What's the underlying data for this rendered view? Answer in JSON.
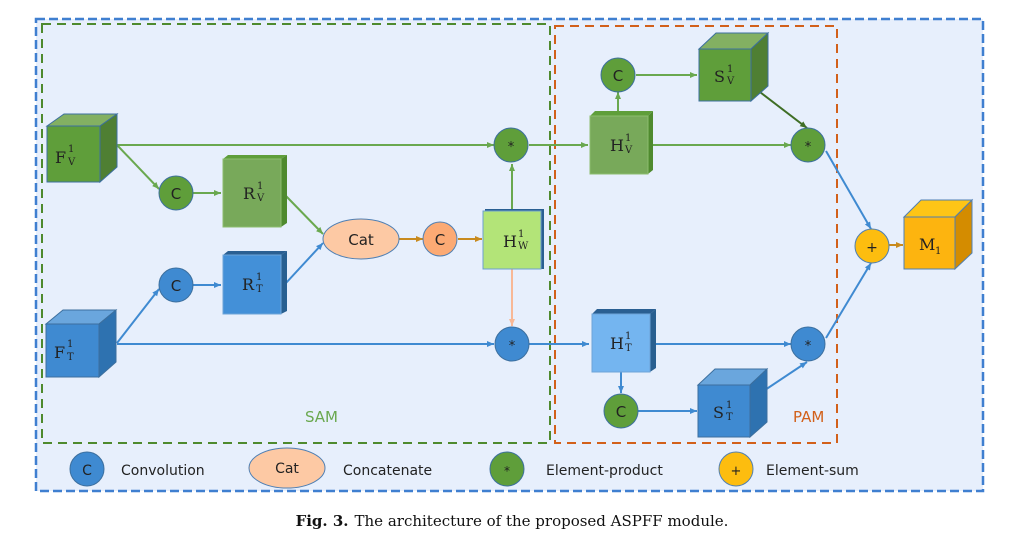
{
  "figure": {
    "caption_prefix": "Fig. 3.",
    "caption_text": "The architecture of the proposed ASPFF module."
  },
  "regions": {
    "sam_label": "SAM",
    "pam_label": "PAM"
  },
  "nodes": {
    "fv": {
      "base": "F",
      "sup": "1",
      "sub": "V"
    },
    "ft": {
      "base": "F",
      "sup": "1",
      "sub": "T"
    },
    "rv": {
      "base": "R",
      "sup": "1",
      "sub": "V"
    },
    "rt": {
      "base": "R",
      "sup": "1",
      "sub": "T"
    },
    "hw": {
      "base": "H",
      "sup": "1",
      "sub": "W"
    },
    "hv": {
      "base": "H",
      "sup": "1",
      "sub": "V"
    },
    "ht": {
      "base": "H",
      "sup": "1",
      "sub": "T"
    },
    "sv": {
      "base": "S",
      "sup": "1",
      "sub": "V"
    },
    "st": {
      "base": "S",
      "sup": "1",
      "sub": "T"
    },
    "m1": {
      "base": "M",
      "sub": "1"
    },
    "cat": "Cat",
    "conv": "C",
    "product": "*",
    "sum": "+"
  },
  "legend": [
    {
      "symbol": "C",
      "label": "Convolution"
    },
    {
      "symbol": "Cat",
      "label": "Concatenate"
    },
    {
      "symbol": "*",
      "label": "Element-product"
    },
    {
      "symbol": "+",
      "label": "Element-sum"
    }
  ],
  "colors": {
    "background": "#e7effc",
    "outer_border": "#3f7fd0",
    "sam_border": "#4e8a2e",
    "pam_border": "#d2601a",
    "green": "#5f9e3a",
    "green_light": "#78a95a",
    "blue": "#3f8ad1",
    "blue_light": "#74b5f0",
    "hw_fill": "#b3e478",
    "cat_fill": "#fdc9a4",
    "conv_orange": "#fcaa74",
    "yellow": "#fdbd0f"
  }
}
